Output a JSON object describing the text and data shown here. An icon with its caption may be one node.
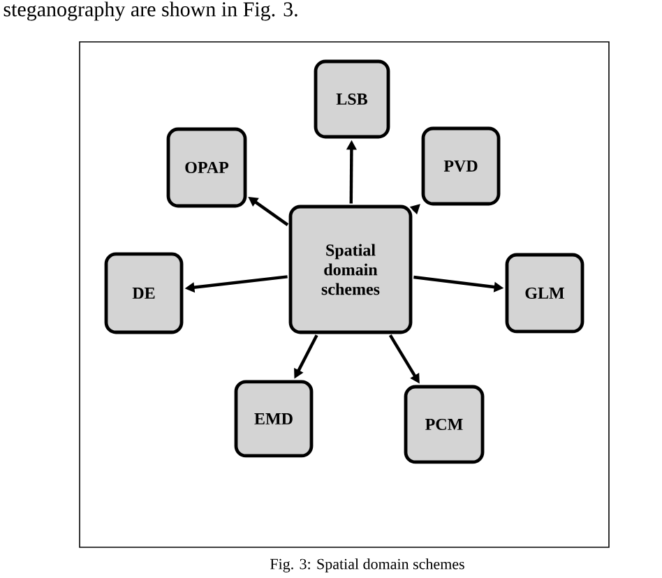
{
  "diagram": {
    "caption": "Fig. 3: Spatial domain schemes",
    "nodes": [
      {
        "text": [
          "LSB"
        ]
      },
      {
        "text": [
          "OPAP"
        ]
      },
      {
        "text": [
          "PVD"
        ]
      },
      {
        "text": [
          "Spatial domain schemes"
        ]
      },
      {
        "text": [
          "DE"
        ]
      },
      {
        "text": [
          "GLM"
        ]
      },
      {
        "text": [
          "EMD"
        ]
      },
      {
        "text": [
          "PCM"
        ]
      }
    ],
    "edges": [
      {
        "from": 3,
        "to": 0,
        "arrow": "to"
      },
      {
        "from": 3,
        "to": 1,
        "arrow": "to"
      },
      {
        "from": 3,
        "to": 2,
        "arrow": "to"
      },
      {
        "from": 3,
        "to": 4,
        "arrow": "to"
      },
      {
        "from": 3,
        "to": 5,
        "arrow": "to"
      },
      {
        "from": 3,
        "to": 6,
        "arrow": "to"
      },
      {
        "from": 3,
        "to": 7,
        "arrow": "to"
      }
    ],
    "labels": [
      "steganography are shown in Fig. 3."
    ]
  }
}
